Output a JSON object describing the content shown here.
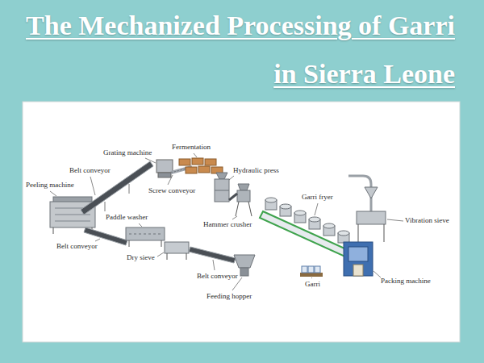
{
  "diagram": {
    "title": "The Mechanized Processing of Garri in Sierra Leone",
    "labels": [
      "Grating machine",
      "Fermentation",
      "Hydraulic press",
      "Belt conveyor",
      "Peeling machine",
      "Screw conveyor",
      "Garri fryer",
      "Paddle washer",
      "Hammer crusher",
      "Vibration sieve",
      "Belt conveyor",
      "Dry sieve",
      "Belt conveyor",
      "Garri",
      "Packing machine",
      "Feeding hopper"
    ]
  }
}
